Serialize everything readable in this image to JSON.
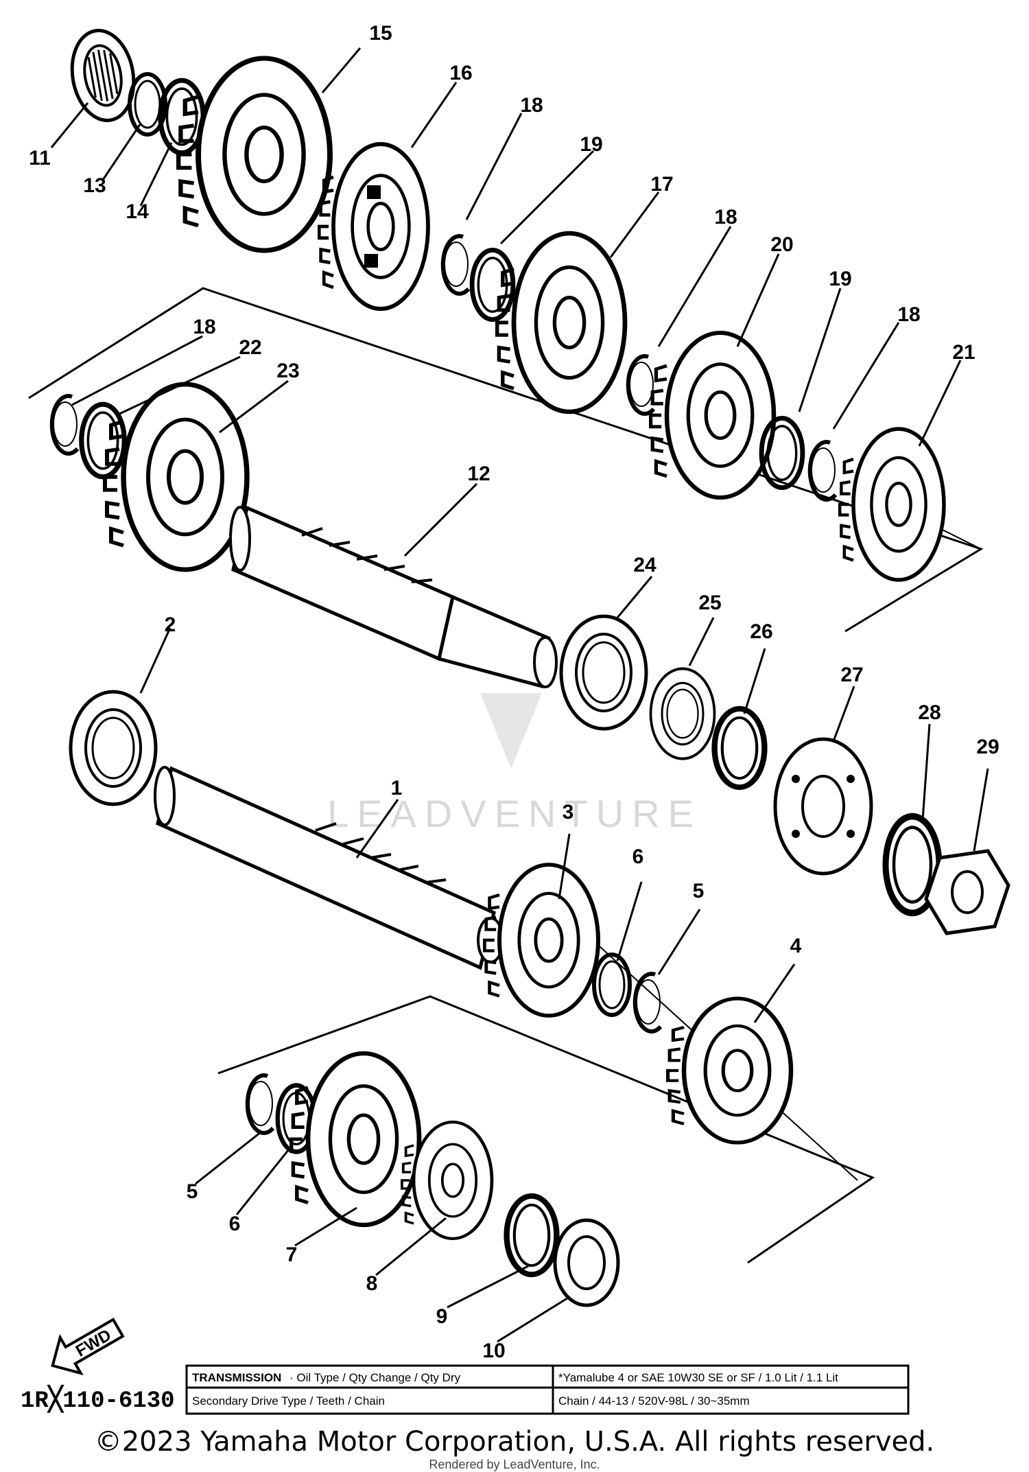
{
  "diagram": {
    "part_labels": [
      "1",
      "2",
      "3",
      "4",
      "5",
      "6",
      "7",
      "8",
      "9",
      "10",
      "11",
      "12",
      "13",
      "14",
      "15",
      "16",
      "17",
      "18",
      "19",
      "20",
      "21",
      "22",
      "23",
      "24",
      "25",
      "26",
      "27",
      "28",
      "29"
    ],
    "figure_code": "1R╳110-6130",
    "fwd_label": "FWD",
    "watermark": "LEADVENTURE"
  },
  "spec_table": {
    "row1_label": "TRANSMISSION",
    "row1_headers": " · Oil Type / Qty Change / Qty Dry",
    "row1_value": "*Yamalube 4 or SAE 10W30 SE or SF / 1.0 Lit / 1.1 Lit",
    "row2_headers": "Secondary Drive Type / Teeth / Chain",
    "row2_value": "Chain / 44-13 / 520V-98L / 30~35mm"
  },
  "footer": {
    "copyright": "©2023 Yamaha Motor Corporation, U.S.A. All rights reserved.",
    "rendered_by": "Rendered by LeadVenture, Inc."
  }
}
